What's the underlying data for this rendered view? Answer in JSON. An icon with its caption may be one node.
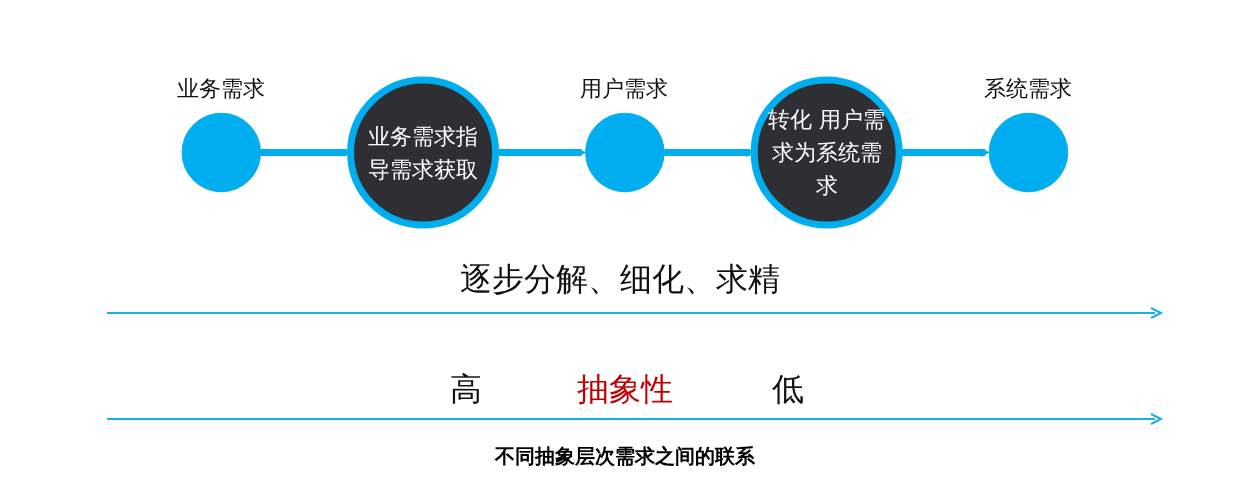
{
  "diagram": {
    "caption": "不同抽象层次需求之间的联系",
    "nodes": [
      {
        "text": [],
        "shape": "circle",
        "beside": [
          "业务需求"
        ]
      },
      {
        "text": [
          "业务需求指导需求获取"
        ]
      },
      {
        "text": [],
        "shape": "circle",
        "beside": [
          "用户需求"
        ]
      },
      {
        "text": [
          "转化 用户需求为系统需求"
        ]
      },
      {
        "text": [],
        "shape": "circle",
        "beside": [
          "系统需求"
        ]
      }
    ],
    "edges": [
      {
        "from": 0,
        "to": 1,
        "arrow": "to"
      },
      {
        "from": 1,
        "to": 2,
        "arrow": "to"
      },
      {
        "from": 2,
        "to": 3,
        "arrow": "to"
      },
      {
        "from": 3,
        "to": 4,
        "arrow": "to"
      }
    ],
    "labels": [
      "逐步分解、细化、求精",
      "高",
      "抽象性",
      "低"
    ]
  }
}
